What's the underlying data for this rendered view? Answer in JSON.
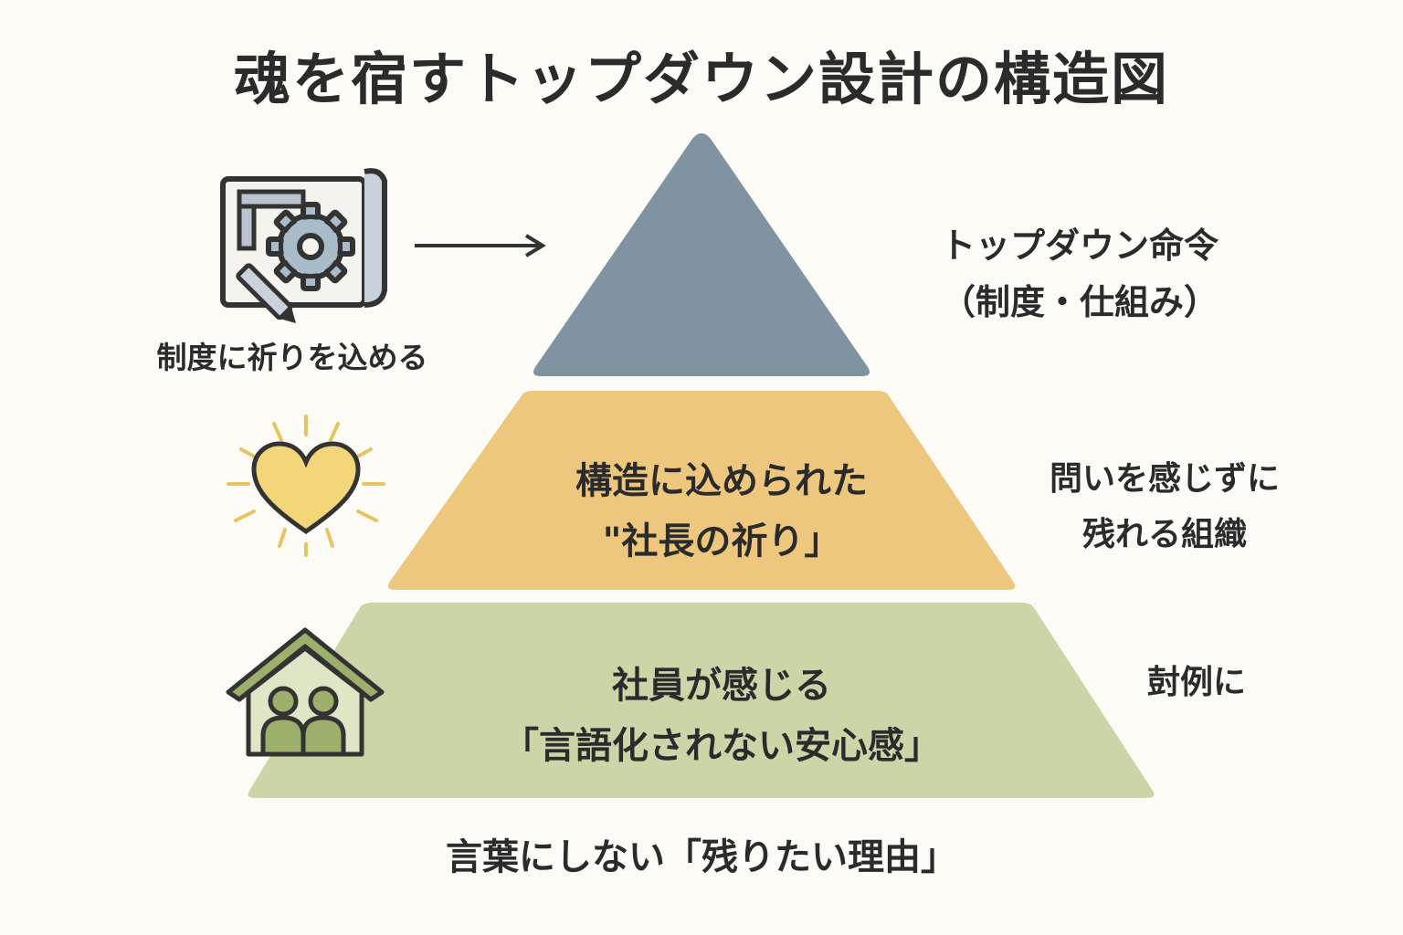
{
  "title": "魂を宿すトップダウン設計の構造図",
  "levels": {
    "top": {
      "line1": "トップダウン命令",
      "line2": "（制度・仕組み）"
    },
    "middle": {
      "line1": "構造に込められた",
      "line2": "\"社長の祈り」"
    },
    "bottom": {
      "line1": "社員が感じる",
      "line2": "「言語化されない安心感」"
    }
  },
  "right_labels": {
    "middle": {
      "line1": "問いを感じずに",
      "line2": "残れる組織"
    },
    "bottom": "尌例に"
  },
  "icon_caption": "制度に祈りを込める",
  "footer": "言葉にしない「残りたい理由」",
  "icons": [
    "blueprint-gear-icon",
    "arrow-right-icon",
    "glowing-heart-icon",
    "house-people-icon"
  ],
  "colors": {
    "top_tier": "#7f93a3",
    "middle_tier": "#ecc77d",
    "bottom_tier": "#cbd5a8",
    "heart": "#f3d57a",
    "house": "#9caf6b",
    "outline": "#333333",
    "background": "#fcfbf5"
  }
}
